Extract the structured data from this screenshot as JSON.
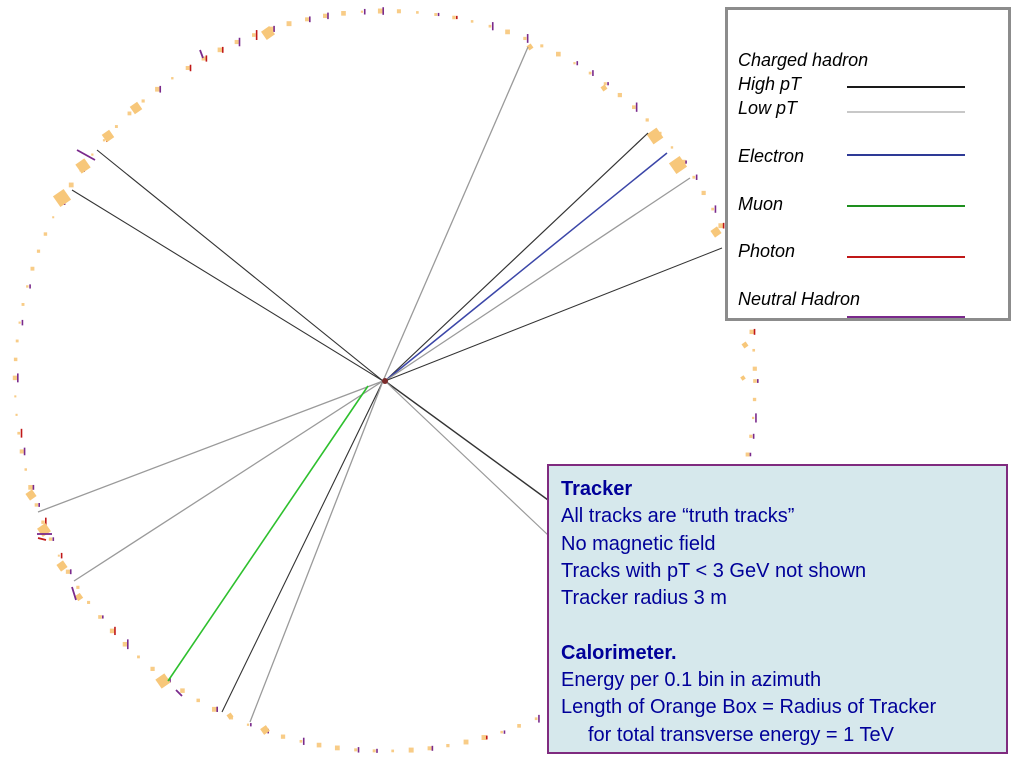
{
  "legend": {
    "heading": "Charged hadron",
    "items": [
      {
        "label": "High pT",
        "color": "#1a1a1a"
      },
      {
        "label": "Low pT",
        "color": "#c8c8c8"
      },
      {
        "label": "Electron",
        "color": "#2e3a96"
      },
      {
        "label": "Muon",
        "color": "#1e8f1e"
      },
      {
        "label": "Photon",
        "color": "#c01818"
      },
      {
        "label": "Neutral Hadron",
        "color": "#7a2a8c"
      }
    ]
  },
  "notes": {
    "tracker_title": "Tracker",
    "tracker_lines": [
      "All tracks are “truth tracks”",
      "No magnetic field",
      "Tracks with pT < 3 GeV not shown",
      "Tracker radius 3 m"
    ],
    "calo_title": "Calorimeter.",
    "calo_lines": [
      "Energy per 0.1 bin in azimuth",
      "Length of Orange Box = Radius of Tracker",
      "for total transverse energy = 1 TeV"
    ]
  },
  "colors": {
    "calorimeter_box": "#f7c77a",
    "high_pt": "#333333",
    "low_pt": "#9a9a9a",
    "electron": "#3b46a8",
    "muon": "#2ec02e",
    "neutral_hadron": "#7a2a8c",
    "photon": "#c01818"
  }
}
